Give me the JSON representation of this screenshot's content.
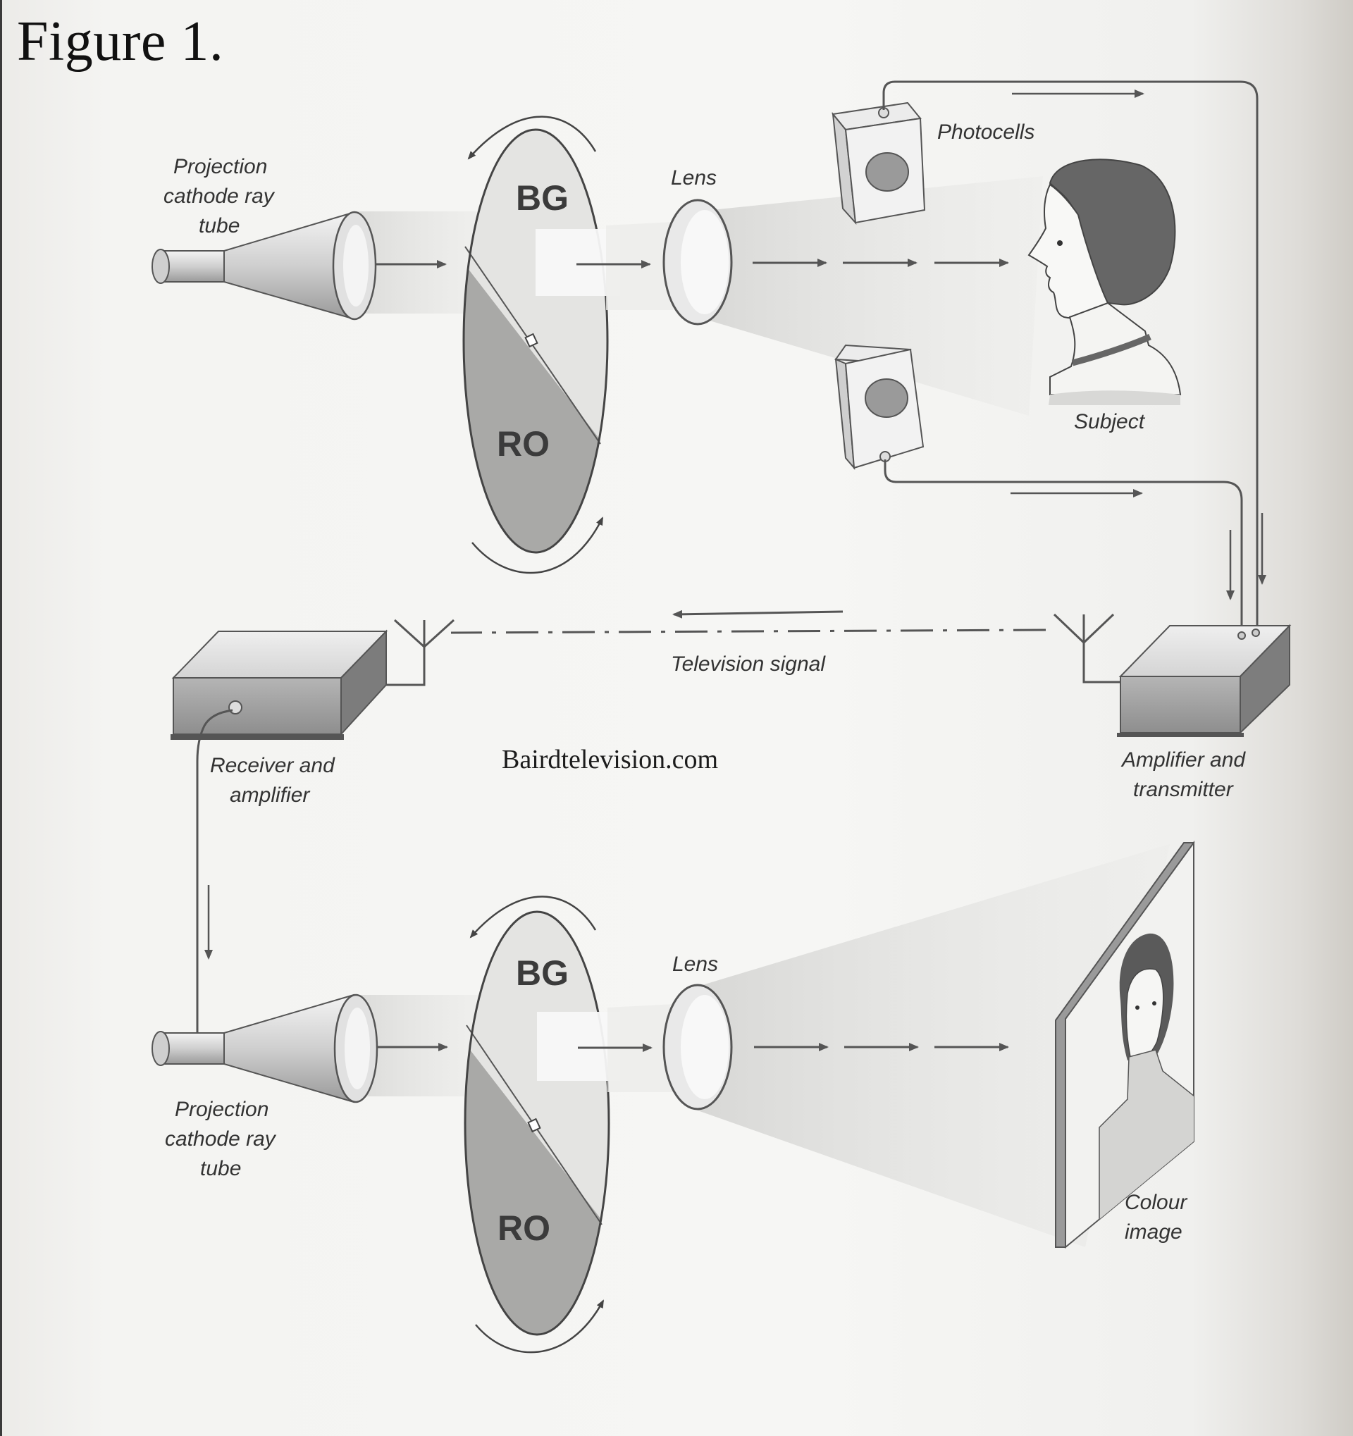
{
  "figure": {
    "title": "Figure 1."
  },
  "labels": {
    "projection_tube_top": [
      "Projection",
      "cathode ray",
      "tube"
    ],
    "lens_top": "Lens",
    "photocells": "Photocells",
    "subject": "Subject",
    "television_signal": "Television signal",
    "receiver": [
      "Receiver and",
      "amplifier"
    ],
    "transmitter": [
      "Amplifier and",
      "transmitter"
    ],
    "lens_bottom": "Lens",
    "projection_tube_bottom": [
      "Projection",
      "cathode ray",
      "tube"
    ],
    "colour_image": [
      "Colour",
      "image"
    ]
  },
  "disc_top": {
    "upper": "BG",
    "lower": "RO"
  },
  "disc_bottom": {
    "upper": "BG",
    "lower": "RO"
  },
  "watermark": "Bairdtelevision.com"
}
